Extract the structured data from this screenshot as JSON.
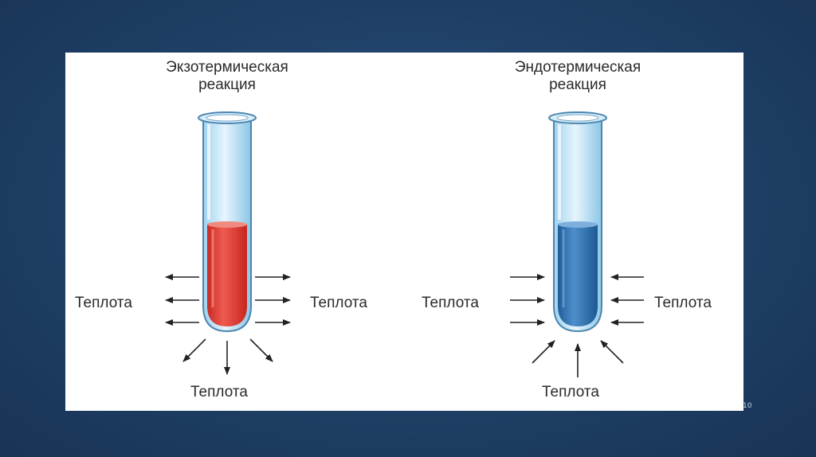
{
  "exothermic": {
    "title_line1": "Экзотермическая",
    "title_line2": "реакция",
    "heat_left": "Теплота",
    "heat_right": "Теплота",
    "heat_bottom": "Теплота",
    "liquid_color": "#e23a33"
  },
  "endothermic": {
    "title_line1": "Эндотермическая",
    "title_line2": "реакция",
    "heat_left": "Теплота",
    "heat_right": "Теплота",
    "heat_bottom": "Теплота",
    "liquid_color": "#2f74b8"
  },
  "slide_number": "10"
}
